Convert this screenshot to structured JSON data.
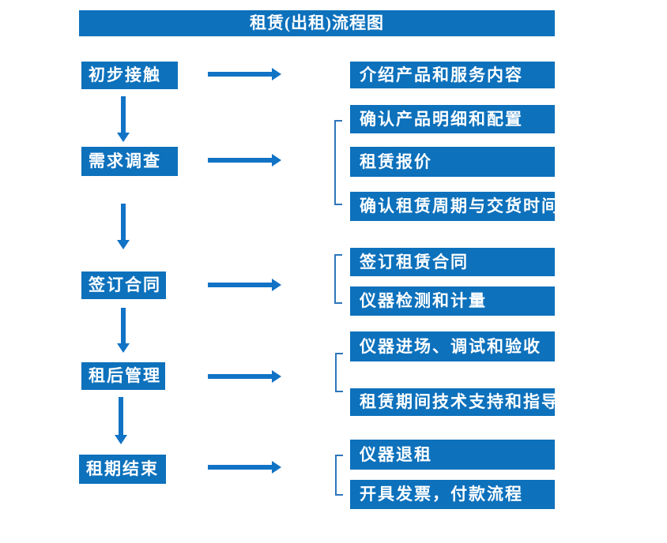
{
  "title": "租赁(出租)流程图",
  "colors": {
    "box_blue": "#0d71bc",
    "arrow_blue": "#1173c5",
    "bracket_blue": "#2e76bb",
    "text_white": "#ffffff",
    "background": "#ffffff"
  },
  "steps": [
    {
      "label": "初步接触",
      "details": [
        "介绍产品和服务内容"
      ]
    },
    {
      "label": "需求调查",
      "details": [
        "确认产品明细和配置",
        "租赁报价",
        "确认租赁周期与交货时间"
      ]
    },
    {
      "label": "签订合同",
      "details": [
        "签订租赁合同",
        "仪器检测和计量"
      ]
    },
    {
      "label": "租后管理",
      "details": [
        "仪器进场、调试和验收",
        "租赁期间技术支持和指导"
      ]
    },
    {
      "label": "租期结束",
      "details": [
        "仪器退租",
        "开具发票，付款流程"
      ]
    }
  ]
}
